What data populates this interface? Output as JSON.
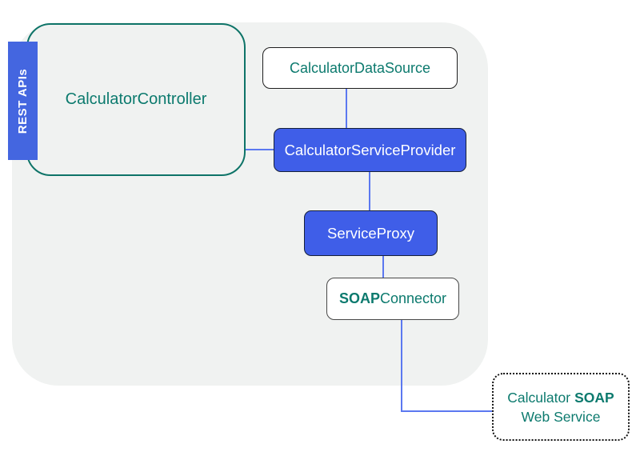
{
  "diagram": {
    "side_label": {
      "text": "REST APIs"
    },
    "nodes": {
      "controller": {
        "label": "CalculatorController"
      },
      "data_source": {
        "label": "CalculatorDataSource"
      },
      "service_provider": {
        "label": "CalculatorServiceProvider"
      },
      "service_proxy": {
        "label": "ServiceProxy"
      },
      "soap_connector": {
        "label_bold": "SOAP",
        "label_regular": "Connector"
      },
      "soap_web_service": {
        "line1_prefix": "Calculator",
        "line1_bold": "SOAP",
        "line2": "Web Service"
      }
    },
    "colors": {
      "panel_background": "#f0f2f1",
      "teal_accent": "#0c7a6e",
      "teal_border": "#0e7468",
      "blue_fill": "#3f5ee8",
      "side_label_blue": "#4466e0",
      "connector_line_blue": "#5b78f0"
    }
  }
}
